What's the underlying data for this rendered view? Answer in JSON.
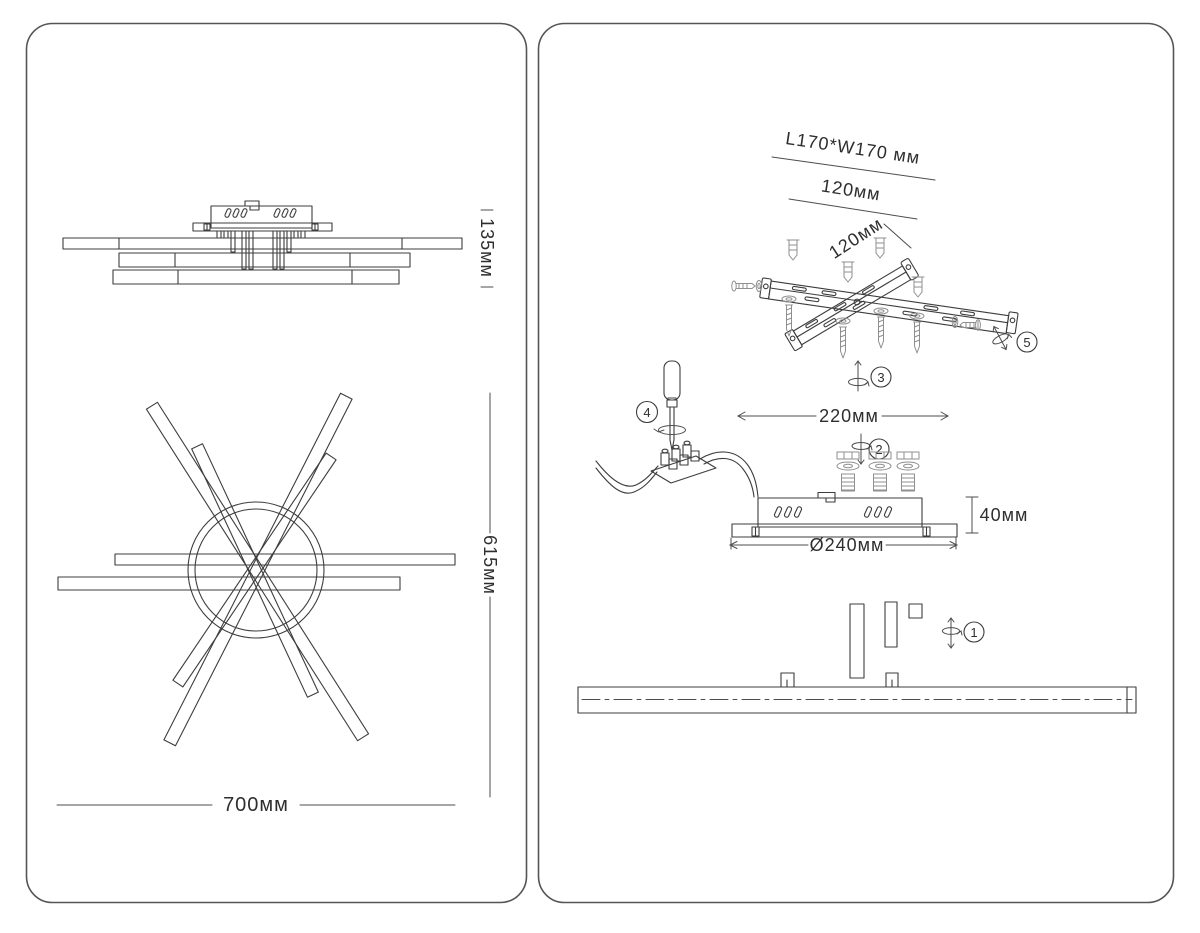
{
  "left_panel": {
    "side_height": "135мм",
    "top_height": "615мм",
    "top_width": "700мм"
  },
  "right_panel": {
    "plate_size": "L170*W170 мм",
    "span_label": "120мм",
    "arm_label": "120мм",
    "canopy_span": "220мм",
    "canopy_height": "40мм",
    "canopy_diameter": "Ø240мм",
    "steps": {
      "s1": "1",
      "s2": "2",
      "s3": "3",
      "s4": "4",
      "s5": "5"
    }
  }
}
